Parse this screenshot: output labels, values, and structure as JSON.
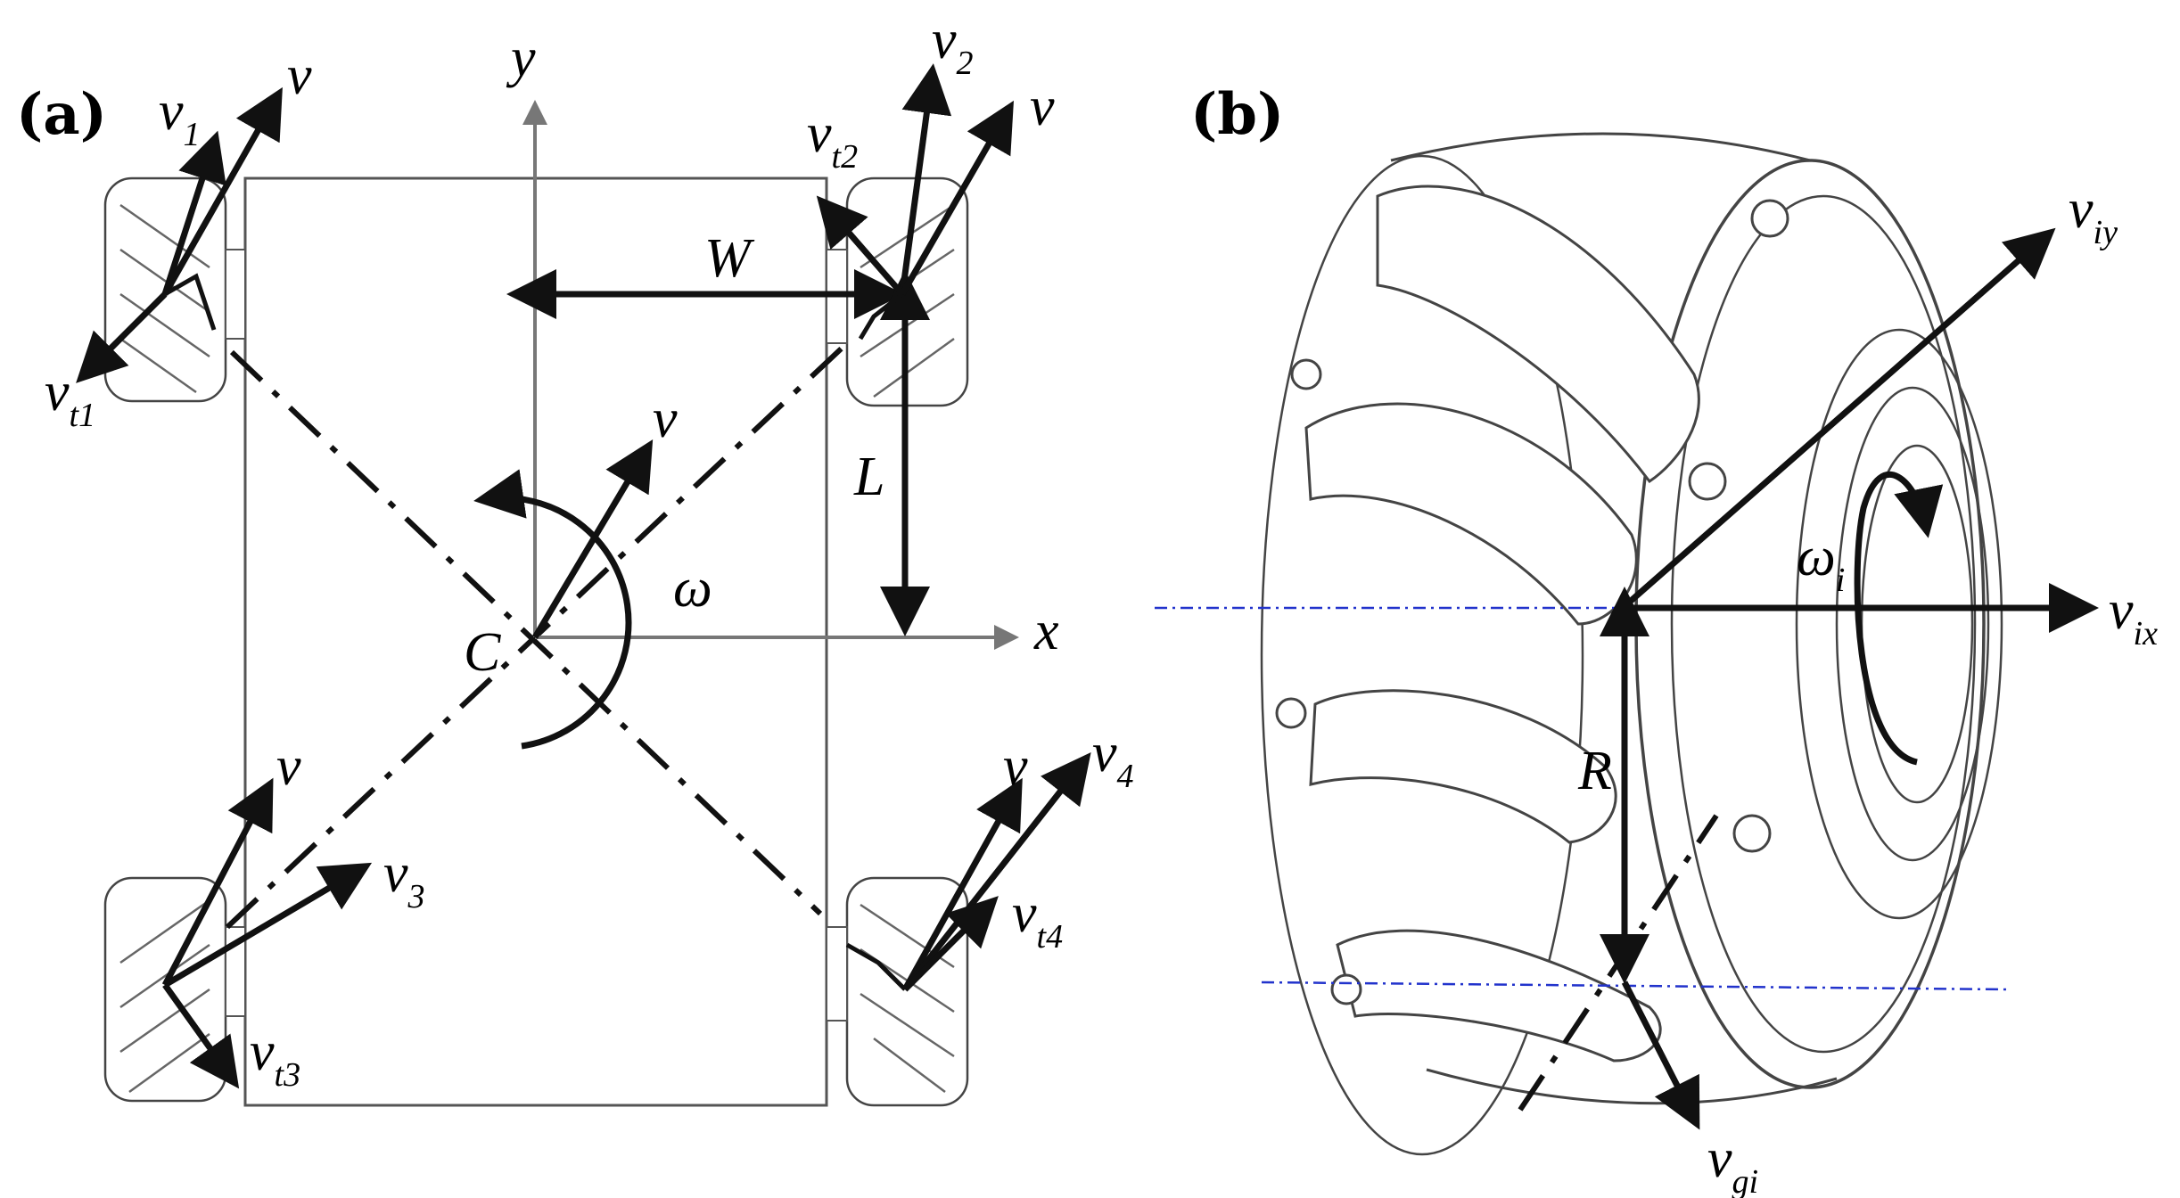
{
  "panels": {
    "a": {
      "label": "(a)"
    },
    "b": {
      "label": "(b)"
    }
  },
  "labels_a": {
    "y": "y",
    "x": "x",
    "C": "C",
    "W": "W",
    "L": "L",
    "omega": "ω",
    "v": "v",
    "v1": {
      "base": "v",
      "sub": "1"
    },
    "v2": {
      "base": "v",
      "sub": "2"
    },
    "v3": {
      "base": "v",
      "sub": "3"
    },
    "v4": {
      "base": "v",
      "sub": "4"
    },
    "vt1": {
      "base": "v",
      "sub": "t1"
    },
    "vt2": {
      "base": "v",
      "sub": "t2"
    },
    "vt3": {
      "base": "v",
      "sub": "t3"
    },
    "vt4": {
      "base": "v",
      "sub": "t4"
    }
  },
  "labels_b": {
    "viy": {
      "base": "v",
      "sub": "iy"
    },
    "vix": {
      "base": "v",
      "sub": "ix"
    },
    "vgi": {
      "base": "v",
      "sub": "gi"
    },
    "omega_i": {
      "base": "ω",
      "sub": "i"
    },
    "R": "R"
  },
  "colors": {
    "ink": "#111111",
    "axis": "#777777",
    "centerline": "#2233cc"
  }
}
